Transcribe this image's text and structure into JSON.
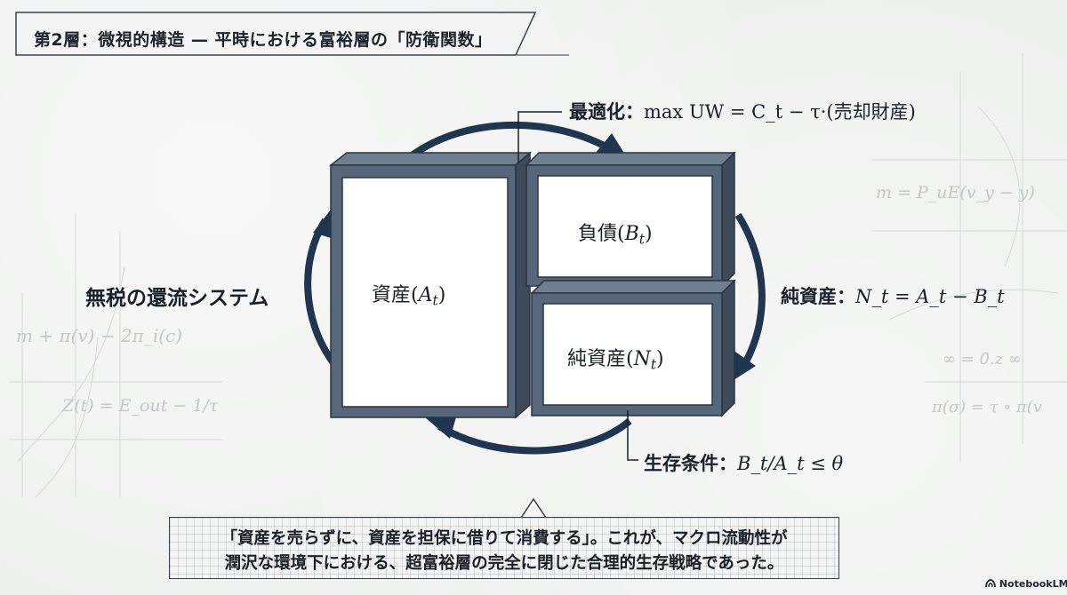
{
  "header": {
    "title": "第2層：微視的構造 — 平時における富裕層の「防衛関数」"
  },
  "balance_sheet": {
    "assets_label": "資産",
    "assets_symbol": "A",
    "assets_sub": "t",
    "liabilities_label": "負債",
    "liabilities_symbol": "B",
    "liabilities_sub": "t",
    "equity_label": "純資産",
    "equity_symbol": "N",
    "equity_sub": "t"
  },
  "annotations": {
    "optimization_label": "最適化：",
    "optimization_formula": "max UW = C_t − τ·(売却財産)",
    "loop_label": "無税の還流システム",
    "net_worth_label": "純資産：",
    "net_worth_formula": "N_t = A_t − B_t",
    "survival_label": "生存条件：",
    "survival_formula": "B_t/A_t ≤ θ"
  },
  "background_formulas": [
    "m = P_uE(v_y − y)",
    "m + π(v) − 2π_i(c)",
    "Z(t) = E_out − 1/τ",
    "∞ = 0.z ∞",
    "π(σ) = τ ∘ π(v"
  ],
  "caption": {
    "line1": "「資産を売らずに、資産を担保に借りて消費する」。これが、マクロ流動性が",
    "line2": "潤沢な環境下における、超富裕層の完全に閉じた合理的生存戦略であった。"
  },
  "branding": {
    "logo_text": "NotebookLM",
    "logo_icon": "notebooklm-icon"
  },
  "colors": {
    "box_face": "#566779",
    "box_side": "#3c4a5a",
    "box_top": "#6f7f8f",
    "arrow": "#1f3550",
    "ink": "#1a2029"
  }
}
